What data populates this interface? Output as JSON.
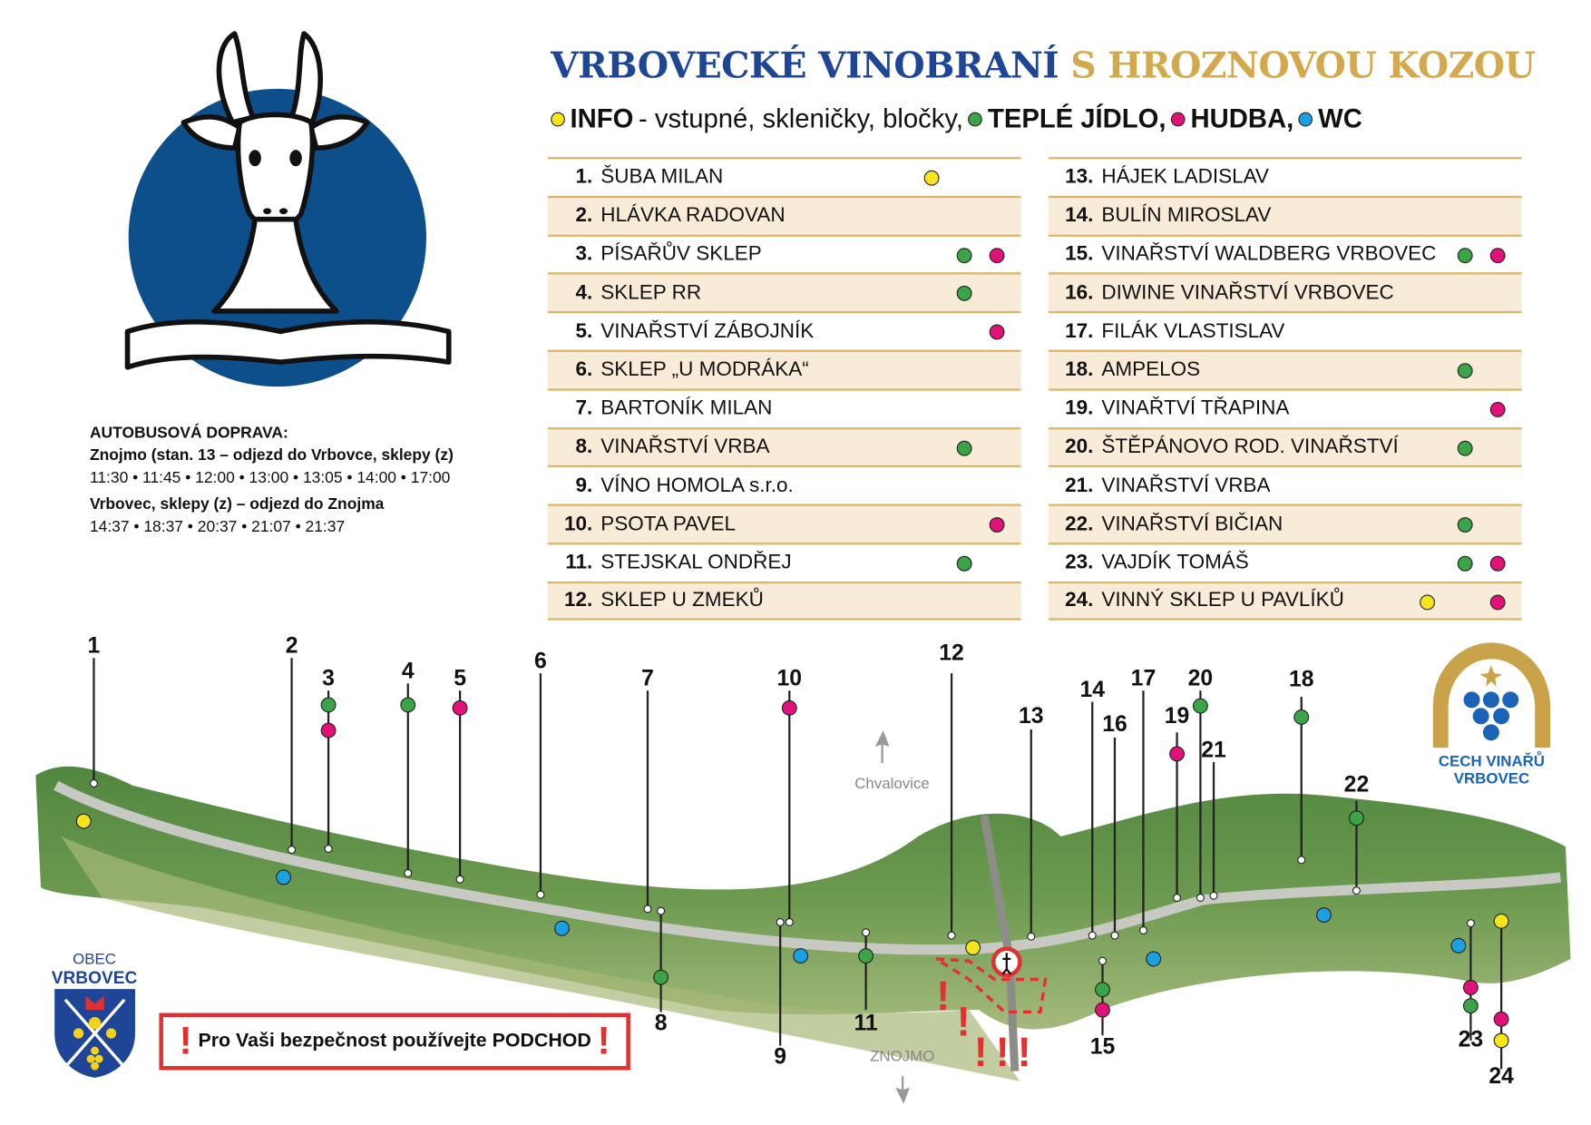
{
  "title": {
    "part1": "VRBOVECKÉ VINOBRANÍ",
    "part2": "S HROZNOVOU KOZOU"
  },
  "colors": {
    "info": "#f5e51a",
    "food": "#3aa447",
    "music": "#e0127a",
    "wc": "#1ba1e2",
    "title_blue": "#1f4696",
    "title_gold": "#d4a94e",
    "warning_red": "#e03030"
  },
  "legend": {
    "info": "INFO",
    "info_desc": "- vstupné, skleničky, bločky,",
    "food": "TEPLÉ JÍDLO,",
    "music": "HUDBA,",
    "wc": "WC"
  },
  "bus": {
    "heading": "AUTOBUSOVÁ DOPRAVA:",
    "route1": "Znojmo (stan. 13 – odjezd do Vrbovce, sklepy (z)",
    "times1": "11:30 • 11:45 • 12:00 • 13:00 • 13:05 • 14:00 • 17:00",
    "route2": "Vrbovec, sklepy (z) – odjezd do Znojma",
    "times2": "14:37 • 18:37 •  20:37 • 21:07 • 21:37"
  },
  "cellars": [
    {
      "num": "1.",
      "name": "ŠUBA MILAN",
      "info": true
    },
    {
      "num": "2.",
      "name": "HLÁVKA RADOVAN"
    },
    {
      "num": "3.",
      "name": "PÍSAŘŮV SKLEP",
      "food": true,
      "music": true
    },
    {
      "num": "4.",
      "name": "SKLEP RR",
      "food": true
    },
    {
      "num": "5.",
      "name": "VINAŘSTVÍ ZÁBOJNÍK",
      "music": true
    },
    {
      "num": "6.",
      "name": "SKLEP „U MODRÁKA“"
    },
    {
      "num": "7.",
      "name": "BARTONÍK MILAN"
    },
    {
      "num": "8.",
      "name": "VINAŘSTVÍ VRBA",
      "food": true
    },
    {
      "num": "9.",
      "name": "VÍNO HOMOLA s.r.o."
    },
    {
      "num": "10.",
      "name": "PSOTA PAVEL",
      "music": true
    },
    {
      "num": "11.",
      "name": "STEJSKAL ONDŘEJ",
      "food": true
    },
    {
      "num": "12.",
      "name": "SKLEP U ZMEKŮ"
    },
    {
      "num": "13.",
      "name": "HÁJEK LADISLAV"
    },
    {
      "num": "14.",
      "name": "BULÍN MIROSLAV"
    },
    {
      "num": "15.",
      "name": "VINAŘSTVÍ WALDBERG VRBOVEC",
      "food": true,
      "music": true
    },
    {
      "num": "16.",
      "name": "DIWINE VINAŘSTVÍ VRBOVEC"
    },
    {
      "num": "17.",
      "name": "FILÁK VLASTISLAV"
    },
    {
      "num": "18.",
      "name": "AMPELOS",
      "food": true
    },
    {
      "num": "19.",
      "name": "VINAŘTVÍ TŘAPINA",
      "music": true
    },
    {
      "num": "20.",
      "name": "ŠTĚPÁNOVO ROD. VINAŘSTVÍ",
      "food": true
    },
    {
      "num": "21.",
      "name": "VINAŘSTVÍ VRBA"
    },
    {
      "num": "22.",
      "name": "VINAŘSTVÍ BIČIAN",
      "food": true
    },
    {
      "num": "23.",
      "name": "VAJDÍK TOMÁŠ",
      "food": true,
      "music": true
    },
    {
      "num": "24.",
      "name": "VINNÝ SKLEP U PAVLÍKŮ",
      "info": true,
      "music": true
    }
  ],
  "map": {
    "pin_labels": [
      "1",
      "2",
      "3",
      "4",
      "5",
      "6",
      "7",
      "8",
      "9",
      "10",
      "11",
      "12",
      "13",
      "14",
      "15",
      "16",
      "17",
      "18",
      "19",
      "20",
      "21",
      "22",
      "23",
      "24"
    ],
    "direction_north": "Chvalovice",
    "direction_south": "ZNOJMO",
    "warning": "Pro Vaši bezpečnost používejte PODCHOD",
    "warning_marks": "!!!"
  },
  "logos": {
    "cech_line1": "CECH VINAŘŮ",
    "cech_line2": "VRBOVEC",
    "obec_line1": "OBEC",
    "obec_line2": "VRBOVEC"
  }
}
